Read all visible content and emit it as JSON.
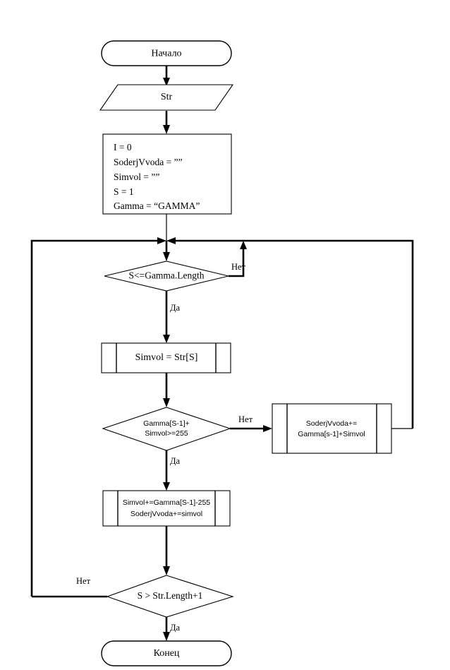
{
  "diagram": {
    "title": "Gamma cipher flowchart",
    "background_color": "#ffffff",
    "stroke_color": "#000000"
  },
  "nodes": {
    "start": {
      "shape": "terminator",
      "label": "Начало"
    },
    "input_str": {
      "shape": "parallelogram-input",
      "label": "Str"
    },
    "init": {
      "shape": "process",
      "lines": [
        "I = 0",
        "SoderjVvoda = ””",
        "Simvol = ””",
        "S = 1",
        "Gamma = “GAMMA”"
      ]
    },
    "decision_loop": {
      "shape": "decision",
      "label": "S<=Gamma.Length"
    },
    "assign_simvol": {
      "shape": "predefined-process",
      "label": "Simvol = Str[S]"
    },
    "decision_overflow": {
      "shape": "decision",
      "lines": [
        "Gamma[S-1]+",
        "Simvol>=255"
      ]
    },
    "append_no": {
      "shape": "predefined-process",
      "lines": [
        "SoderjVvoda+=",
        "Gamma[s-1]+Simvol"
      ]
    },
    "append_yes": {
      "shape": "predefined-process",
      "lines": [
        "Simvol+=Gamma[S-1]-255",
        "SoderjVvoda+=simvol"
      ]
    },
    "decision_end": {
      "shape": "decision",
      "label": "S > Str.Length+1"
    },
    "end": {
      "shape": "terminator",
      "label": "Конец"
    }
  },
  "edge_labels": {
    "loop_no": "Нет",
    "loop_yes": "Да",
    "overflow_no": "Нет",
    "overflow_yes": "Да",
    "end_no": "Нет",
    "end_yes": "Да"
  }
}
